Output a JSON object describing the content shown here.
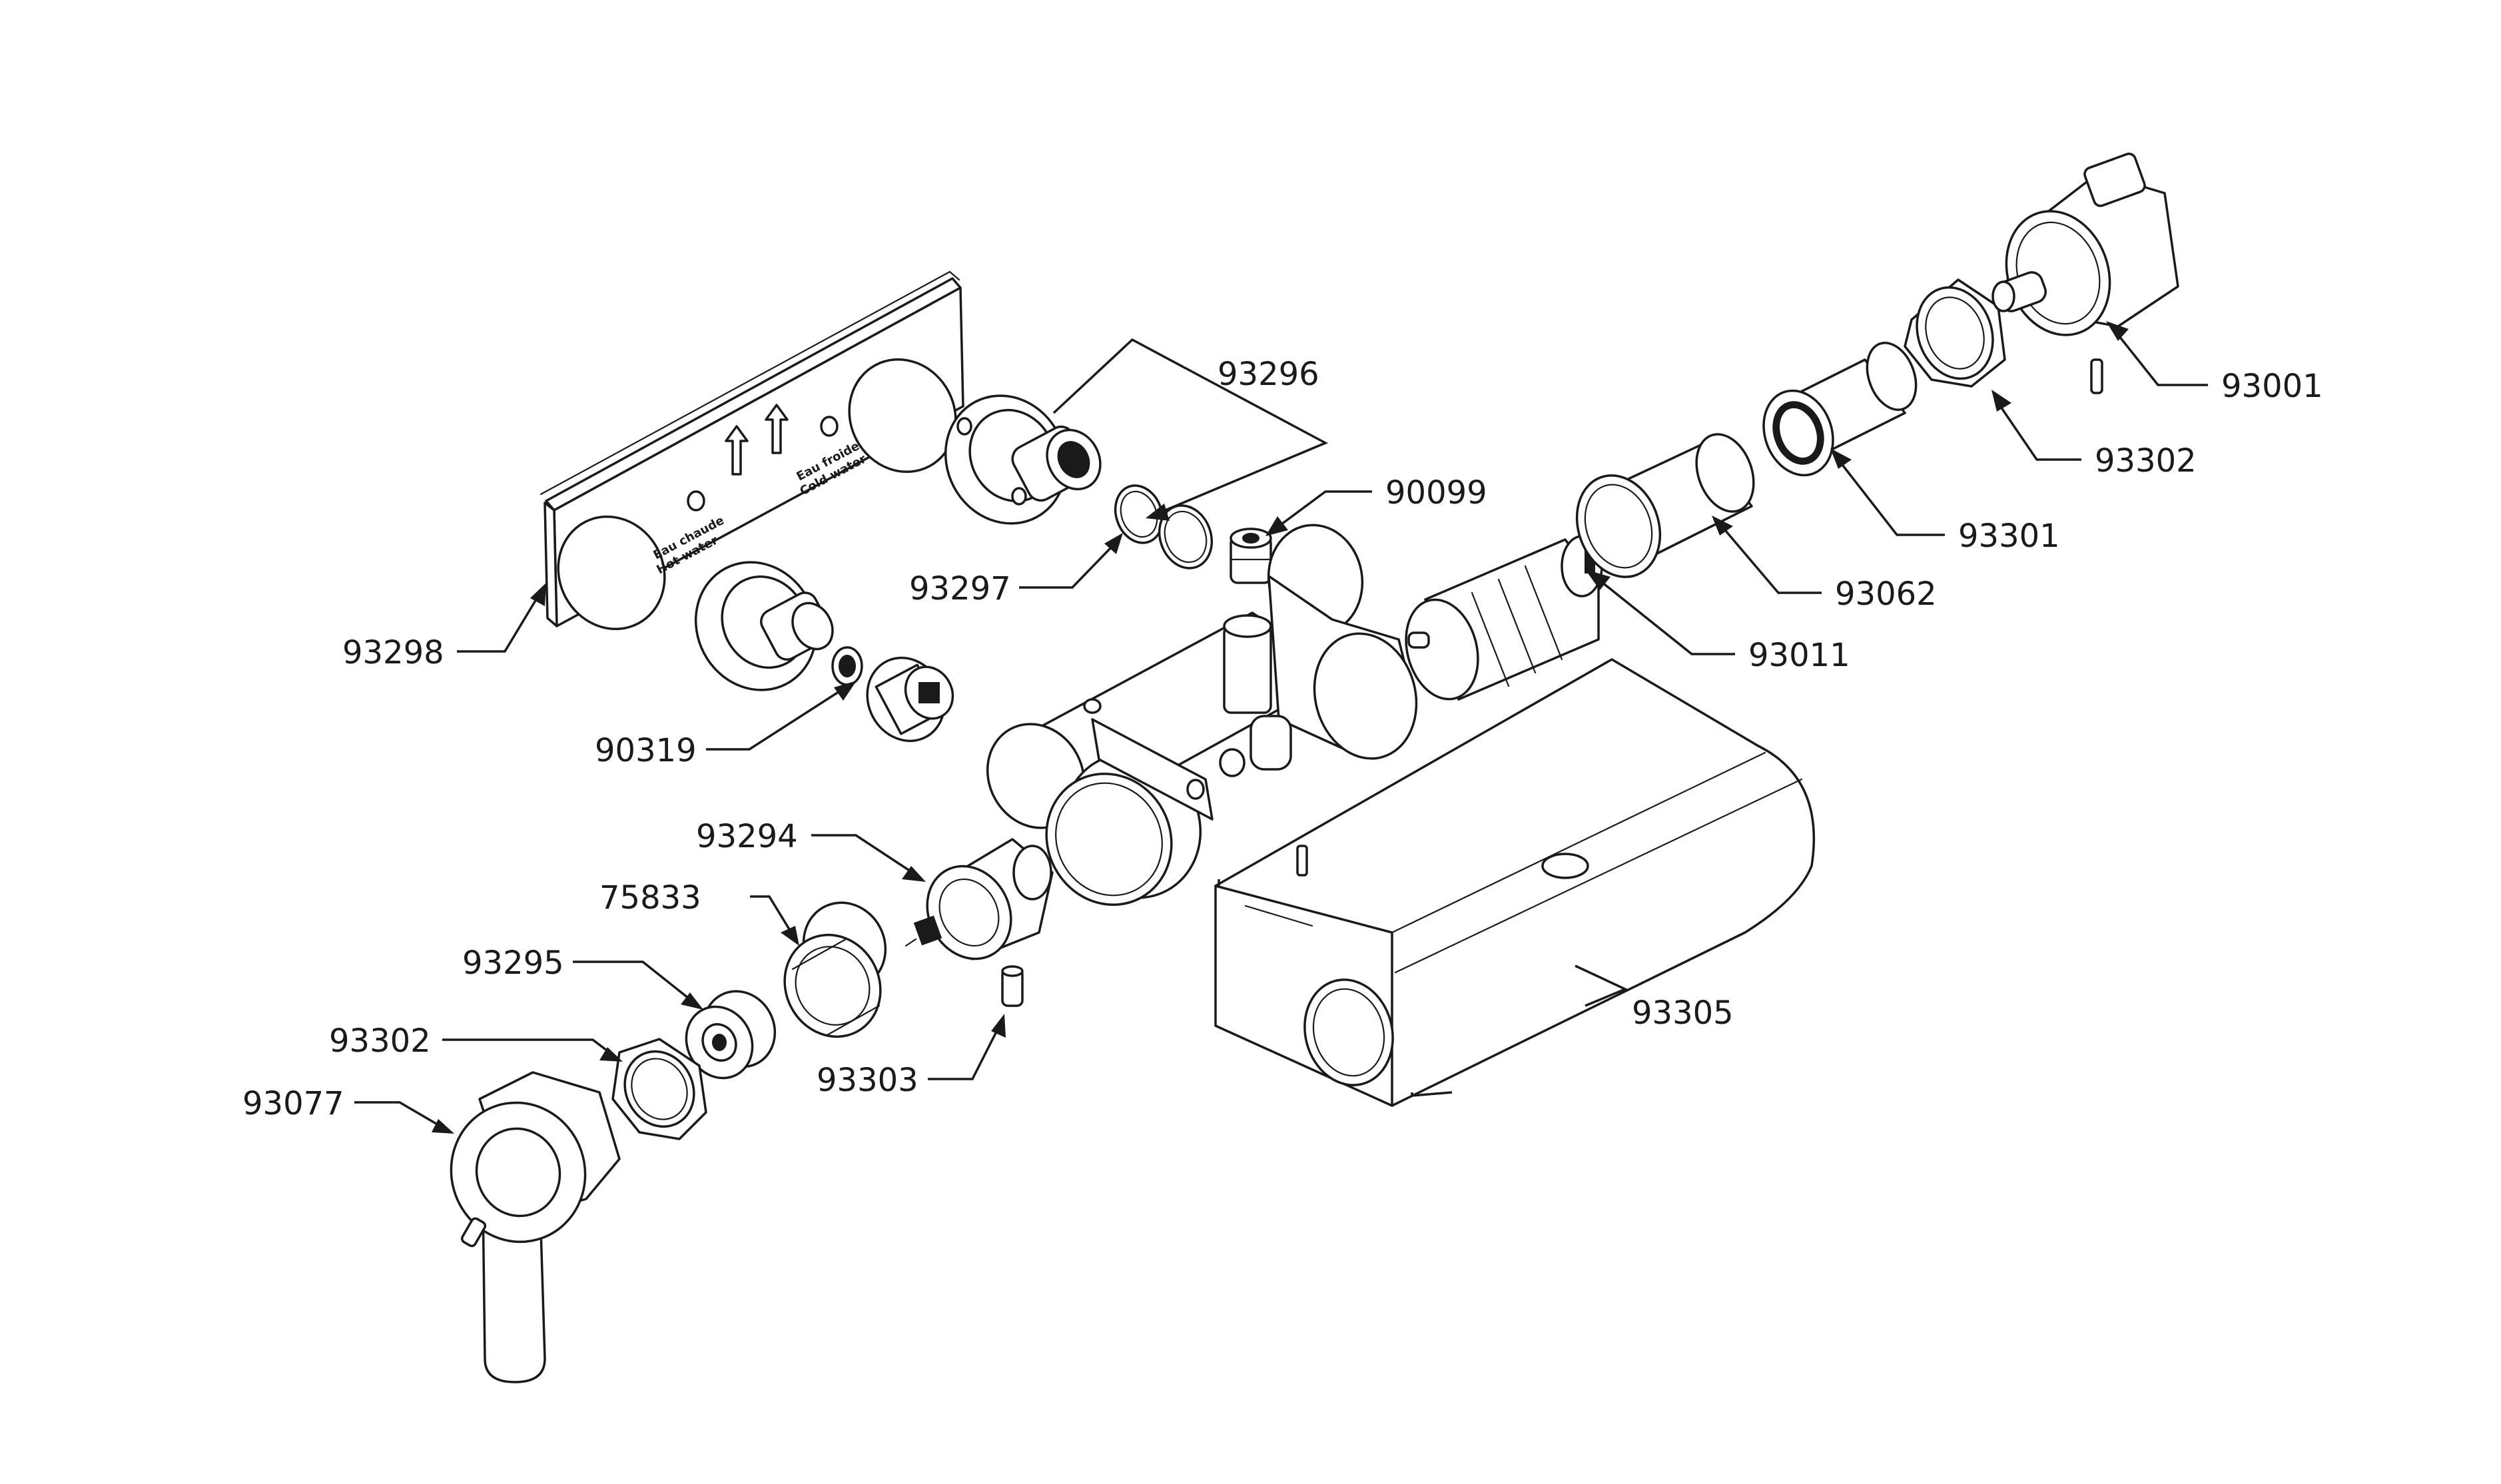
{
  "callouts": [
    {
      "id": "93001",
      "text": "93001"
    },
    {
      "id": "93302a",
      "text": "93302"
    },
    {
      "id": "93301",
      "text": "93301"
    },
    {
      "id": "93062",
      "text": "93062"
    },
    {
      "id": "93011",
      "text": "93011"
    },
    {
      "id": "93296",
      "text": "93296"
    },
    {
      "id": "90099",
      "text": "90099"
    },
    {
      "id": "93297",
      "text": "93297"
    },
    {
      "id": "93298",
      "text": "93298"
    },
    {
      "id": "90319",
      "text": "90319"
    },
    {
      "id": "93294",
      "text": "93294"
    },
    {
      "id": "75833",
      "text": "75833"
    },
    {
      "id": "93295",
      "text": "93295"
    },
    {
      "id": "93302b",
      "text": "93302"
    },
    {
      "id": "93077",
      "text": "93077"
    },
    {
      "id": "93303",
      "text": "93303"
    },
    {
      "id": "93305",
      "text": "93305"
    }
  ],
  "plate_text": {
    "left": "Eau chaude\nHot water",
    "right": "Eau froide\nCold water",
    "arrow": "Top"
  },
  "colors": {
    "ink": "#1a1a1a",
    "paper": "#ffffff"
  }
}
